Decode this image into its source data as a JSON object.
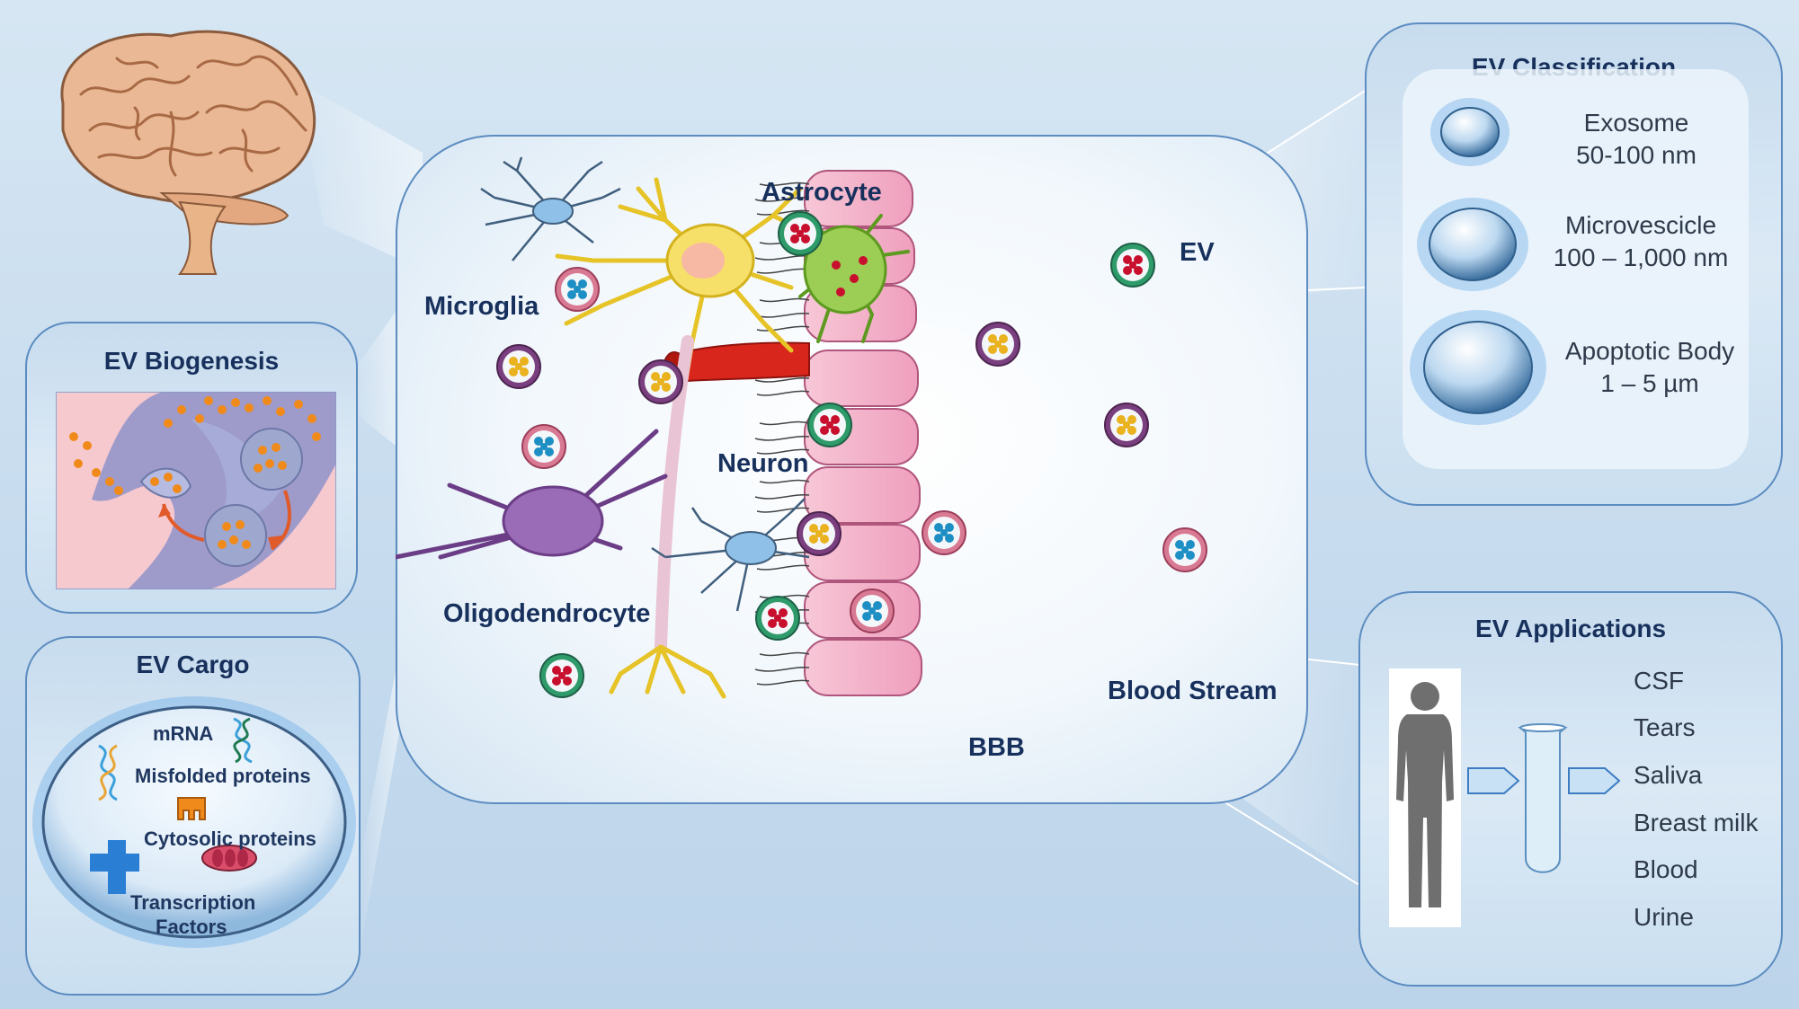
{
  "classification": {
    "title": "EV Classification",
    "items": [
      {
        "name": "Exosome",
        "size": "50-100 nm"
      },
      {
        "name": "Microvescicle",
        "size": "100 – 1,000 nm"
      },
      {
        "name": "Apoptotic Body",
        "size": "1 – 5 µm"
      }
    ]
  },
  "biogenesis": {
    "title": "EV Biogenesis"
  },
  "cargo": {
    "title": "EV Cargo",
    "mrna": "mRNA",
    "misfolded": "Misfolded proteins",
    "cytosolic": "Cytosolic proteins",
    "transcription1": "Transcription",
    "transcription2": "Factors"
  },
  "center": {
    "astrocyte": "Astrocyte",
    "microglia": "Microglia",
    "neuron": "Neuron",
    "oligodendrocyte": "Oligodendrocyte",
    "ev": "EV",
    "blood_stream": "Blood Stream",
    "bbb": "BBB"
  },
  "applications": {
    "title": "EV Applications",
    "items": [
      "CSF",
      "Tears",
      "Saliva",
      "Breast milk",
      "Blood",
      "Urine"
    ]
  },
  "colors": {
    "title_text": "#17305c",
    "panel_border": "#5c8cc0",
    "endothelial": "#f2b8cc",
    "astrocyte": "#8cc63f",
    "neuron": "#f5d33a",
    "oligodendrocyte": "#8e5aa6",
    "microglia": "#7fb2de",
    "vessel": "#d9261c"
  }
}
